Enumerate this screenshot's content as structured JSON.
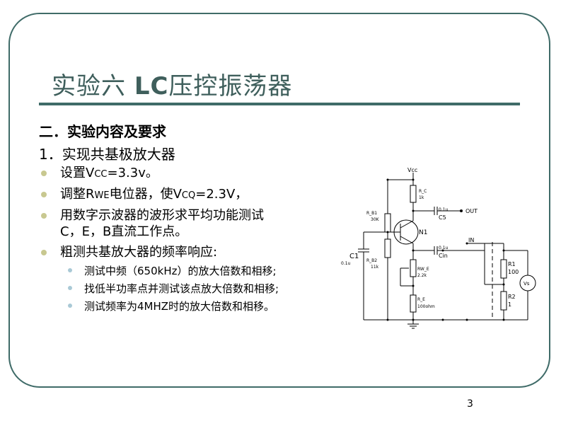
{
  "slide": {
    "title_main": "实验六 ",
    "title_lc": "LC",
    "title_rest": "压控振荡器",
    "subhead": "二．实验内容及要求",
    "item1": "1．实现共基极放大器",
    "bullets": [
      {
        "pre": "设置V",
        "small": "CC",
        "post": "=3.3v。"
      },
      {
        "pre": "调整R",
        "small": "WE",
        "mid": "电位器，使V",
        "small2": "CQ",
        "post": "=2.3V，"
      },
      {
        "line1": "用数字示波器的波形求平均功能测试",
        "line2": "C，E，B直流工作点。"
      },
      {
        "text": "粗测共基放大器的频率响应:"
      }
    ],
    "subbullets": [
      "测试中频（650kHz）的放大倍数和相移;",
      "找低半功率点并测试该点放大倍数和相移;",
      "测试频率为4MHZ时的放大倍数和相移。"
    ],
    "page_number": "3"
  },
  "circuit": {
    "vcc": "Vcc",
    "rc": "R_C",
    "rc_val": "1k",
    "rb1": "R_B1",
    "rb1_val": "30K",
    "rb2": "R_B2",
    "rb2_val": "11k",
    "c1": "C1",
    "c1_val": "0.1u",
    "c5": "C5",
    "c5_val": "0.1u",
    "cin": "Cin",
    "cin_val": "0.1u",
    "out": "OUT",
    "in": "IN",
    "n1": "N1",
    "rwe": "RW_E",
    "rwe_val": "2.2k",
    "re": "R_E",
    "re_val": "100ohm",
    "r1": "R1",
    "r1_val": "100",
    "r2": "R2",
    "r2_val": "1",
    "vs": "Vs"
  }
}
